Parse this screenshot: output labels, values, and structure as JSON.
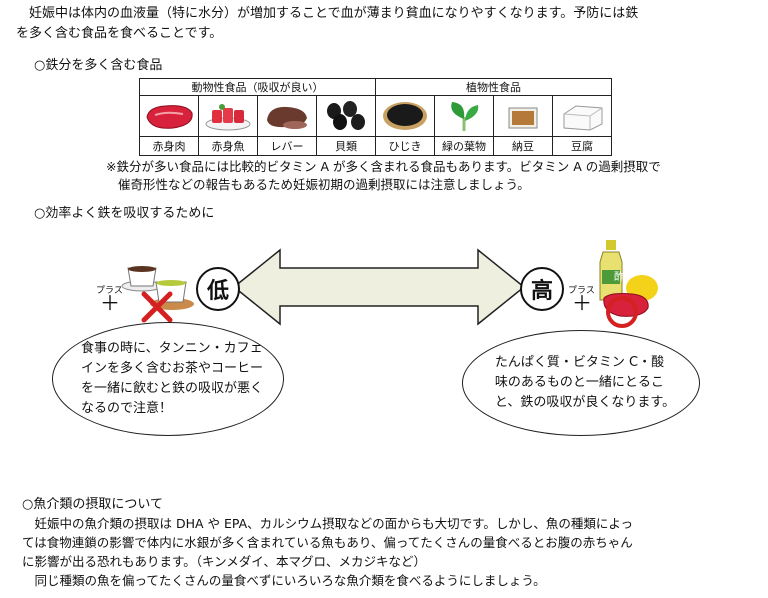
{
  "intro": {
    "line1": "　妊娠中は体内の血液量（特に水分）が増加することで血が薄まり貧血になりやすくなります。予防には鉄",
    "line2": "を多く含む食品を食べることです。"
  },
  "iron_foods": {
    "heading": "○鉄分を多く含む食品",
    "animal_header": "動物性食品（吸収が良い）",
    "plant_header": "植物性食品",
    "items": [
      {
        "label": "赤身肉",
        "icon": "red-meat-icon"
      },
      {
        "label": "赤身魚",
        "icon": "tuna-sashimi-icon"
      },
      {
        "label": "レバー",
        "icon": "liver-icon"
      },
      {
        "label": "貝類",
        "icon": "clams-icon"
      },
      {
        "label": "ひじき",
        "icon": "hijiki-icon"
      },
      {
        "label": "緑の葉物",
        "icon": "leafy-greens-icon"
      },
      {
        "label": "納豆",
        "icon": "natto-icon"
      },
      {
        "label": "豆腐",
        "icon": "tofu-icon"
      }
    ],
    "note_line1": "※鉄分が多い食品には比較的ビタミン A が多く含まれる食品もあります。ビタミン A の過剰摂取で",
    "note_line2": "催奇形性などの報告もあるため妊娠初期の過剰摂取には注意しましょう。"
  },
  "absorption": {
    "heading": "○効率よく鉄を吸収するために",
    "low_label": "低",
    "high_label": "高",
    "plus_text": "プラス",
    "plus_sign": "＋",
    "low_bubble": [
      "食事の時に、タンニン・カフェ",
      "インを多く含むお茶やコーヒー",
      "を一緒に飲むと鉄の吸収が悪く",
      "なるので注意！"
    ],
    "high_bubble": [
      "たんぱく質・ビタミン C・酸",
      "味のあるものと一緒にとるこ",
      "と、鉄の吸収が良くなります。"
    ],
    "vinegar_label": "酢"
  },
  "seafood": {
    "heading": "○魚介類の摂取について",
    "line1": "　妊娠中の魚介類の摂取は DHA や EPA、カルシウム摂取などの面からも大切です。しかし、魚の種類によっ",
    "line2": "ては食物連鎖の影響で体内に水銀が多く含まれている魚もあり、偏ってたくさんの量食べるとお腹の赤ちゃん",
    "line3": "に影響が出る恐れもあります。（キンメダイ、本マグロ、メカジキなど）",
    "line4": "　同じ種類の魚を偏ってたくさんの量食べずにいろいろな魚介類を食べるようにしましょう。"
  },
  "colors": {
    "meat": "#d8213a",
    "arrow_fill": "#efefe0",
    "cross": "#d42020"
  }
}
